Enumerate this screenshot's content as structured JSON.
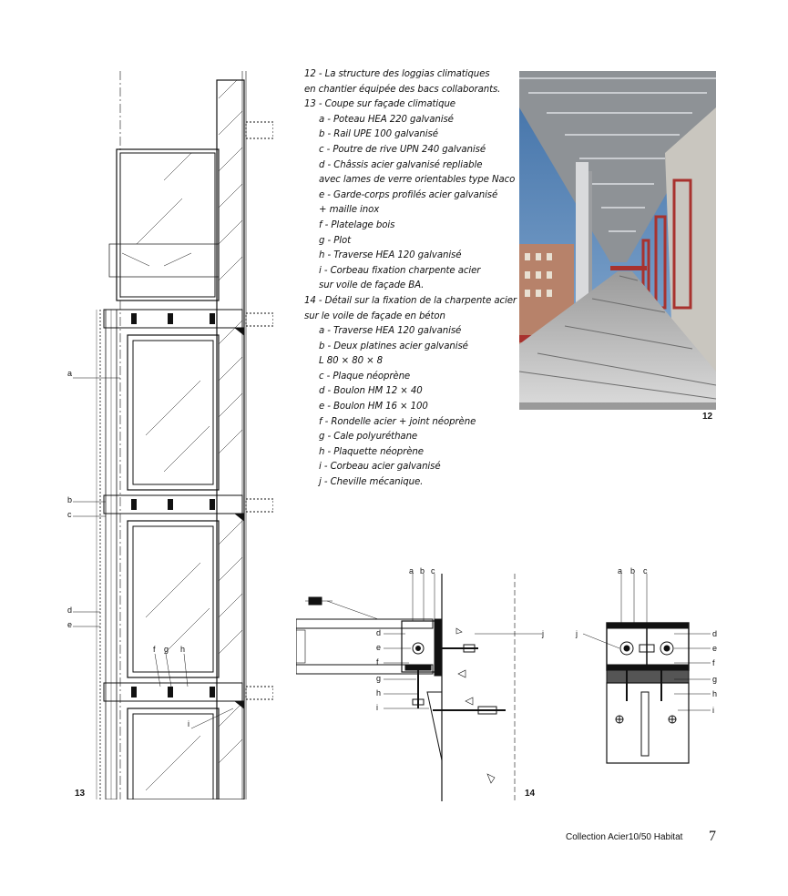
{
  "caption": {
    "fig12_line1": "12 - La structure des loggias climatiques",
    "fig12_line2": "en chantier équipée des bacs collaborants.",
    "fig13_title": "13 - Coupe sur façade climatique",
    "fig13_items": [
      "a - Poteau HEA 220 galvanisé",
      "b - Rail UPE 100 galvanisé",
      "c - Poutre de rive UPN 240 galvanisé",
      "d - Châssis acier galvanisé repliable",
      "avec lames de verre orientables type Naco",
      "e - Garde-corps profilés acier galvanisé",
      "+ maille inox",
      "f - Platelage bois",
      "g - Plot",
      "h - Traverse HEA 120 galvanisé",
      "i - Corbeau fixation charpente acier",
      "sur voile de façade BA."
    ],
    "fig14_title_line1": "14 - Détail sur la fixation de la charpente acier",
    "fig14_title_line2": "sur le voile de façade en béton",
    "fig14_items": [
      "a - Traverse HEA 120 galvanisé",
      "b - Deux platines acier galvanisé",
      "L 80 × 80 × 8",
      "c - Plaque néoprène",
      "d - Boulon HM 12 × 40",
      "e - Boulon HM 16 × 100",
      "f - Rondelle acier + joint néoprène",
      "g - Cale polyuréthane",
      "h - Plaquette néoprène",
      "i - Corbeau acier galvanisé",
      "j - Cheville mécanique."
    ]
  },
  "figure_numbers": {
    "fig12": "12",
    "fig13": "13",
    "fig14": "14"
  },
  "drawing13_labels": {
    "a": "a",
    "b": "b",
    "c": "c",
    "d": "d",
    "e": "e",
    "f": "f",
    "g": "g",
    "h": "h",
    "i": "i"
  },
  "drawing14_labels": {
    "a": "a",
    "b": "b",
    "c": "c",
    "d": "d",
    "e": "e",
    "f": "f",
    "g": "g",
    "h": "h",
    "i": "i",
    "j": "j"
  },
  "drawing14b_labels": {
    "a": "a",
    "b": "b",
    "c": "c",
    "d": "d",
    "e": "e",
    "f": "f",
    "g": "g",
    "h": "h",
    "i": "i",
    "j": "j"
  },
  "footer": {
    "collection": "Collection Acier10/50  Habitat",
    "page": "7"
  },
  "colors": {
    "ink": "#111111",
    "steel_red": "#a8322e",
    "sky": "#5d86b4",
    "concrete": "#c9c6bf"
  }
}
